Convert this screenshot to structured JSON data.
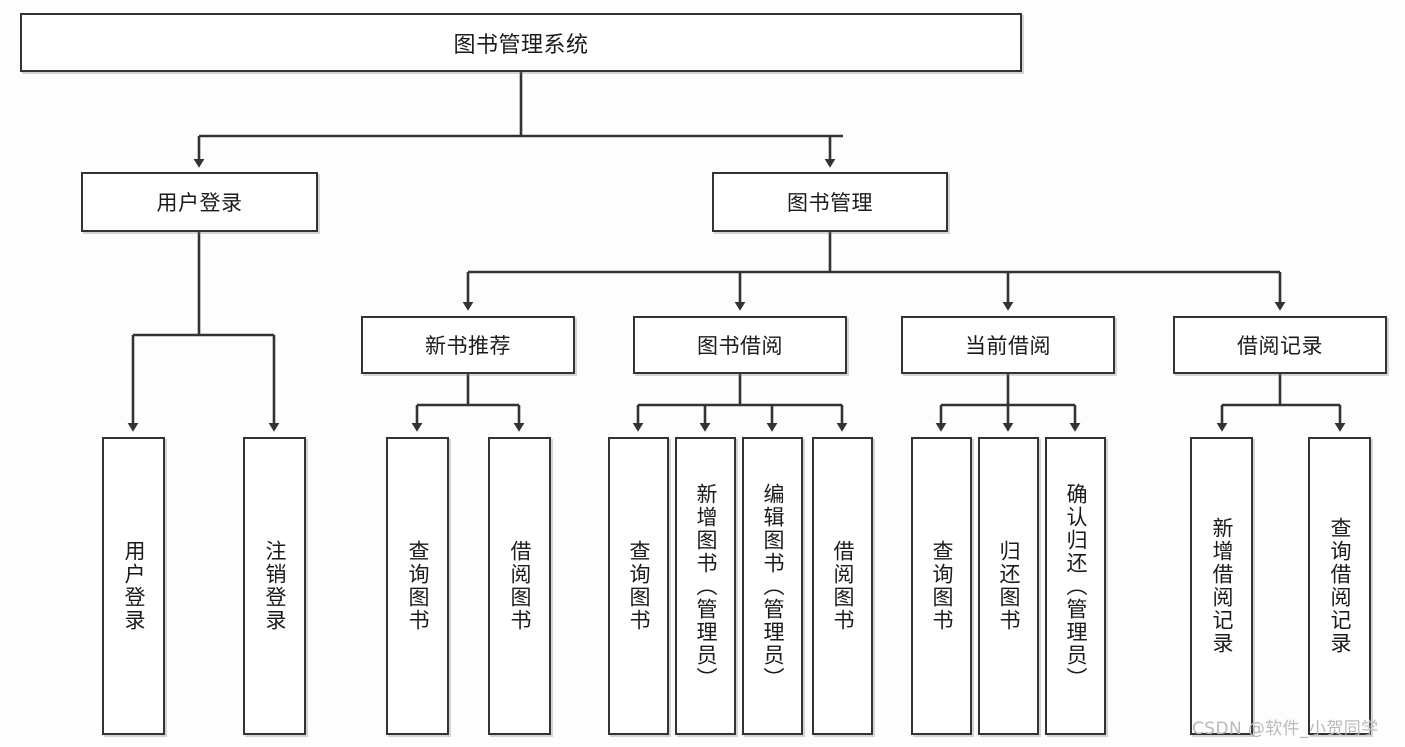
{
  "diagram": {
    "title": "图书管理系统",
    "watermark": "CSDN @软件_小贺同学",
    "colors": {
      "background": "#fdfdfd",
      "stroke": "#333333",
      "node_fill": "#ffffff",
      "text": "#1b1b1b",
      "watermark": "#b9b9b9"
    },
    "level2": {
      "user_login": "用户登录",
      "book_manage": "图书管理"
    },
    "level3": {
      "new_book_recommend": "新书推荐",
      "book_borrow": "图书借阅",
      "current_borrow": "当前借阅",
      "borrow_record": "借阅记录"
    },
    "leaves": {
      "user_login_1": "用户登录",
      "user_login_2": "注销登录",
      "recommend_1": "查询图书",
      "recommend_2": "借阅图书",
      "borrow_1": "查询图书",
      "borrow_2": "新增图书（管理员）",
      "borrow_3": "编辑图书（管理员）",
      "borrow_4": "借阅图书",
      "current_1": "查询图书",
      "current_2": "归还图书",
      "current_3": "确认归还（管理员）",
      "record_1": "新增借阅记录",
      "record_2": "查询借阅记录"
    }
  }
}
